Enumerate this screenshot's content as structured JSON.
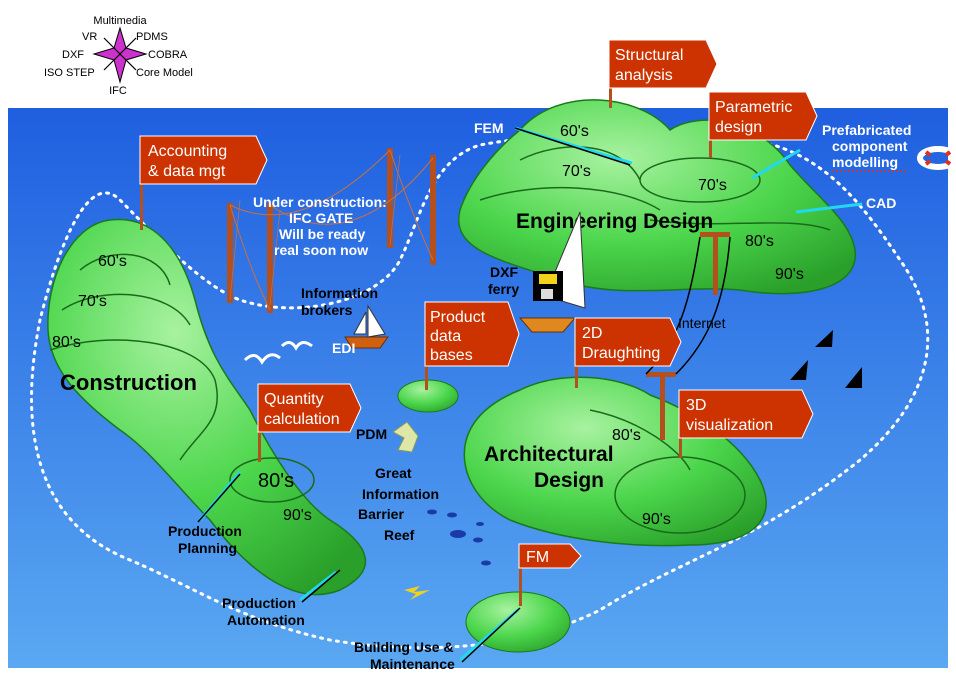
{
  "compass": {
    "top": "Multimedia",
    "upper_left": "VR",
    "upper_right": "PDMS",
    "left": "DXF",
    "right": "COBRA",
    "lower_left": "ISO STEP",
    "lower_right": "Core Model",
    "bottom": "IFC"
  },
  "flags": {
    "structural_1": "Structural",
    "structural_2": "analysis",
    "parametric_1": "Parametric",
    "parametric_2": "design",
    "accounting_1": "Accounting",
    "accounting_2": "& data mgt",
    "product_1": "Product",
    "product_2": "data",
    "product_3": "bases",
    "draughting_1": "2D",
    "draughting_2": "Draughting",
    "quantity_1": "Quantity",
    "quantity_2": "calculation",
    "visualization_1": "3D",
    "visualization_2": "visualization",
    "fm": "FM"
  },
  "islands": {
    "construction": "Construction",
    "engineering": "Engineering Design",
    "architectural_1": "Architectural",
    "architectural_2": "Design"
  },
  "decades": {
    "c60": "60's",
    "c70": "70's",
    "c80": "80's",
    "c80b": "80's",
    "c90": "90's",
    "e60": "60's",
    "e70": "70's",
    "e70b": "70's",
    "e80": "80's",
    "e90": "90's",
    "a80": "80's",
    "a90": "90's"
  },
  "labels": {
    "fem": "FEM",
    "prefab_1": "Prefabricated",
    "prefab_2": "component",
    "prefab_3": "modelling",
    "cad": "CAD",
    "gate_1": "Under construction:",
    "gate_2": "IFC GATE",
    "gate_3": "Will be ready",
    "gate_4": "real soon now",
    "info_1": "Information",
    "info_2": "brokers",
    "edi": "EDI",
    "dxf_1": "DXF",
    "dxf_2": "ferry",
    "internet": "Internet",
    "pdm": "PDM",
    "reef_1": "Great",
    "reef_2": "Information",
    "reef_3": "Barrier",
    "reef_4": "Reef",
    "prodplan_1": "Production",
    "prodplan_2": "Planning",
    "prodauto_1": "Production",
    "prodauto_2": "Automation",
    "building_1": "Building Use &",
    "building_2": "Maintenance"
  },
  "colors": {
    "sea_top": "#1f5fe0",
    "sea_bottom": "#4a9af0",
    "island": "#4cd64c",
    "island_light": "#9af09a",
    "flag": "#cc3300",
    "pole": "#b4501e",
    "compass": "#cc33cc"
  }
}
